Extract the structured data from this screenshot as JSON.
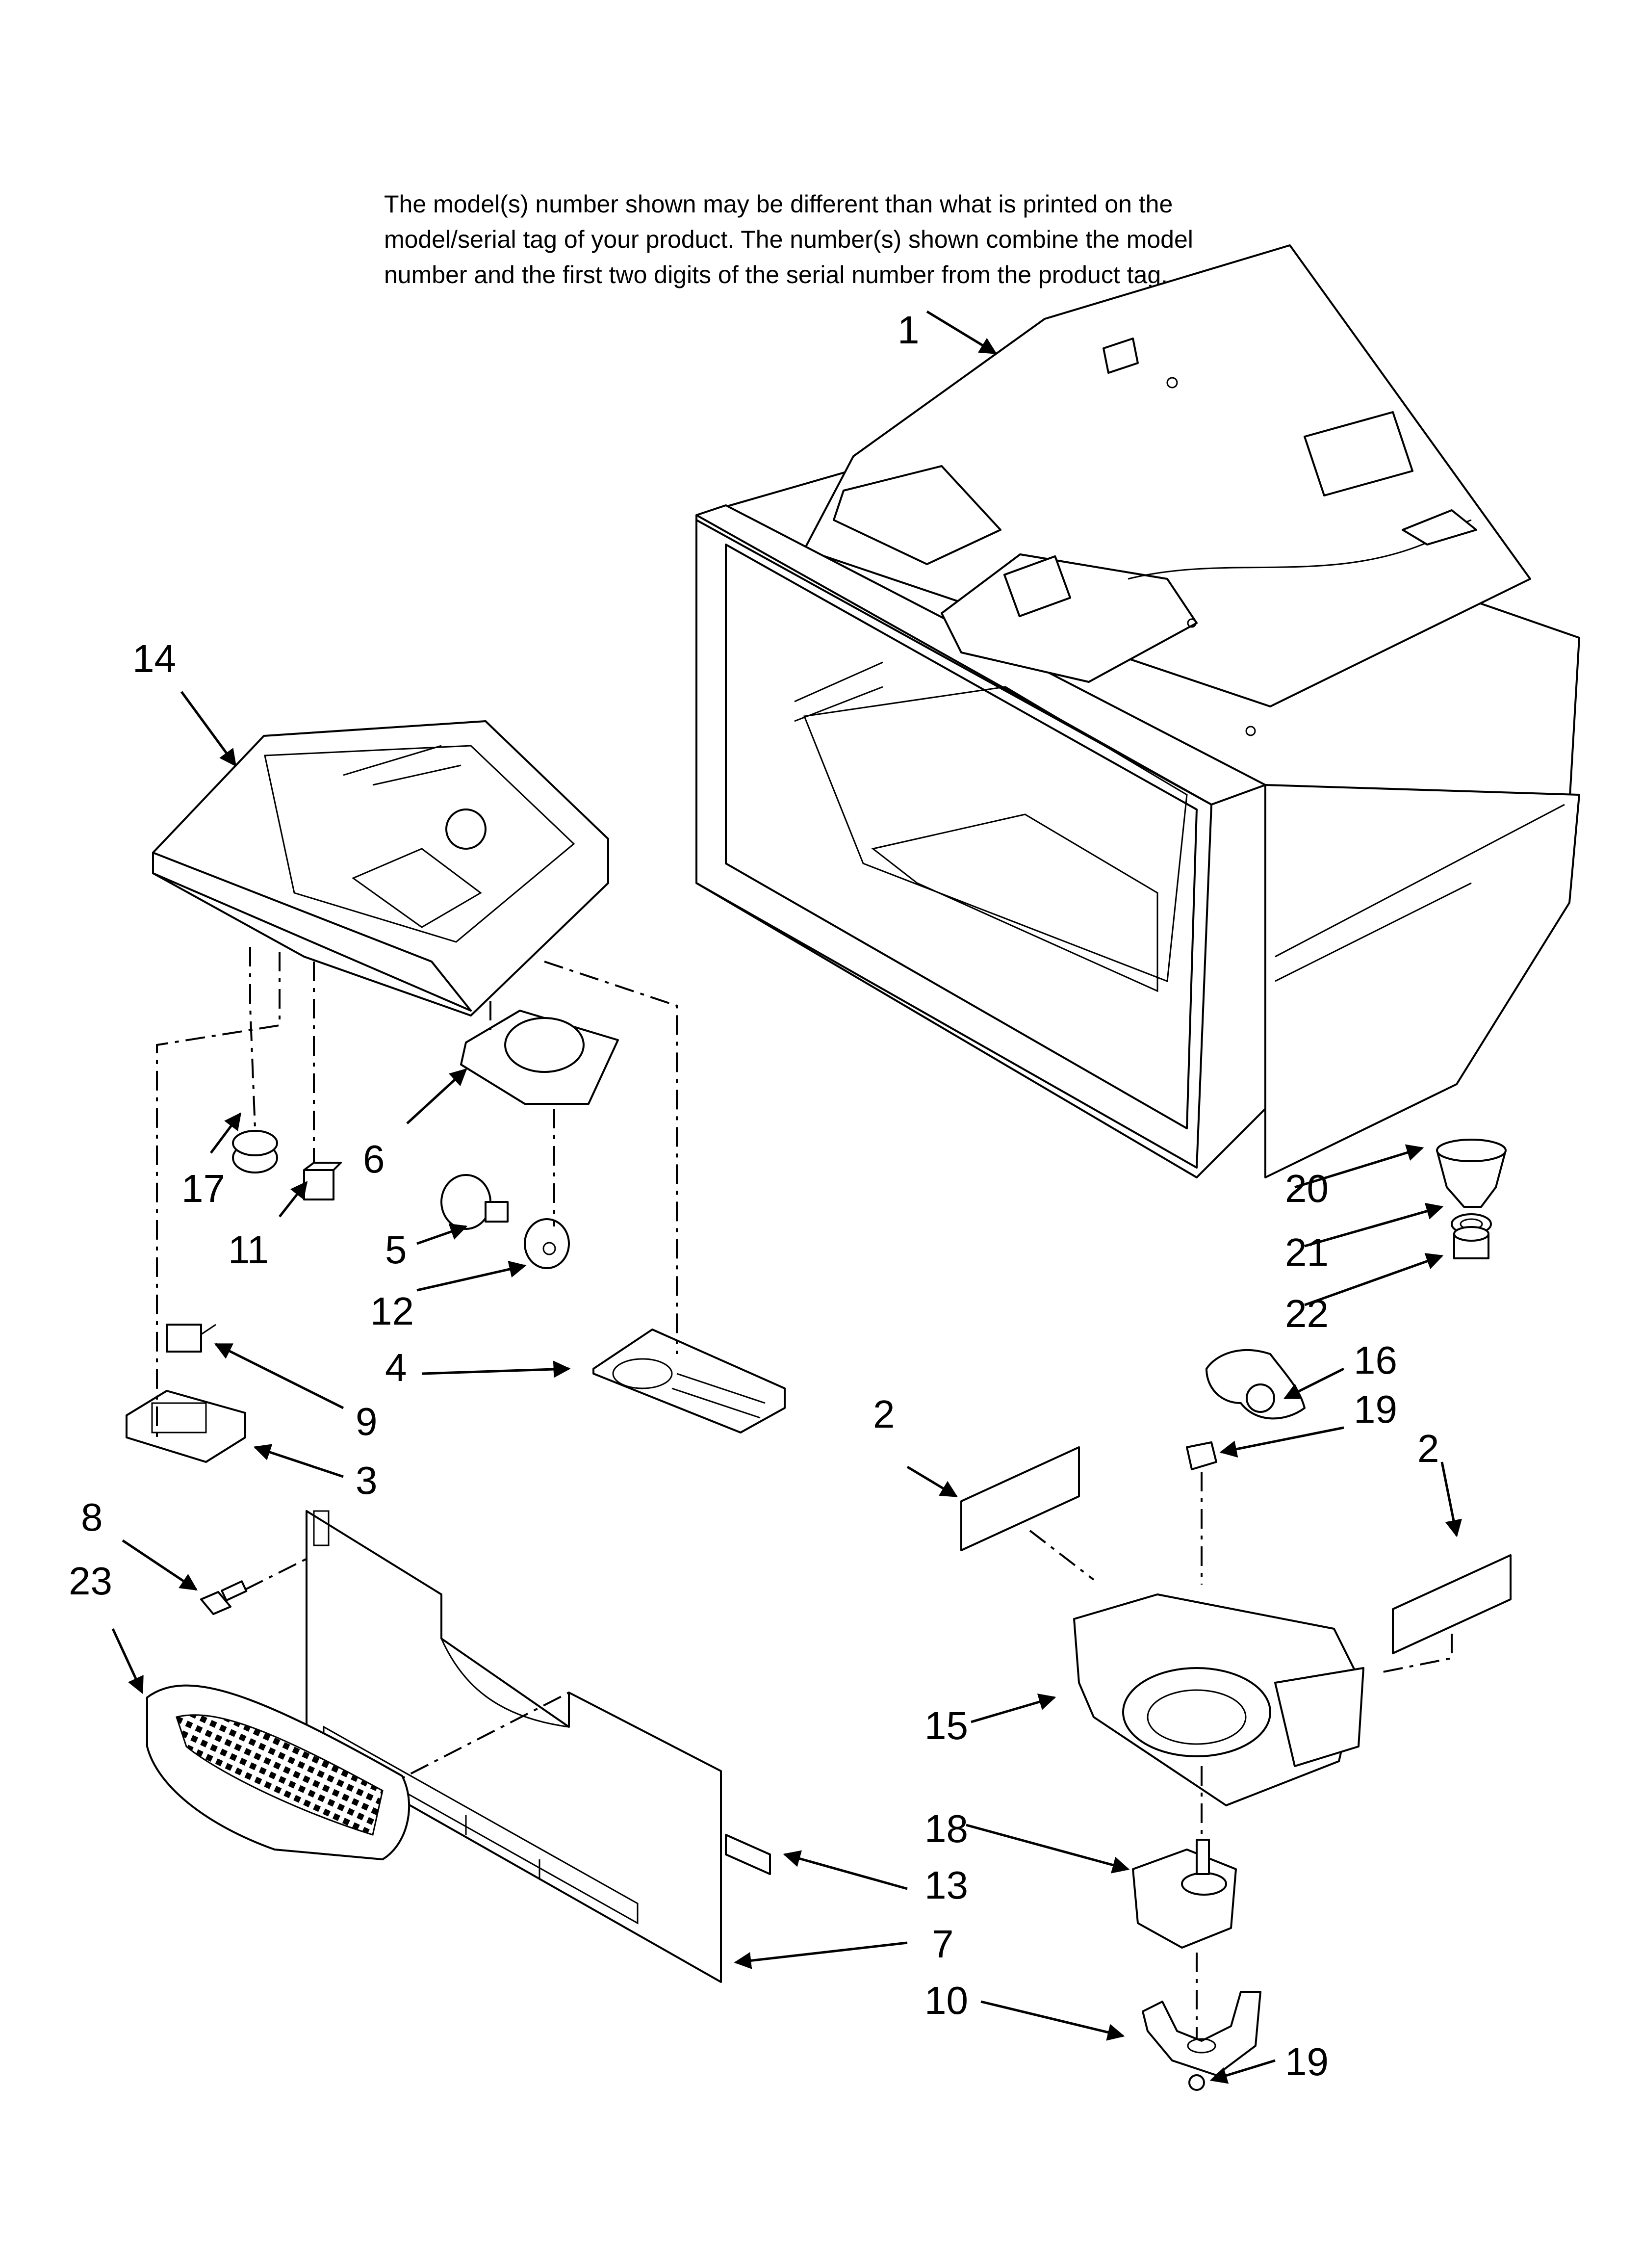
{
  "note": {
    "line1": "The model(s) number shown may be different than what is printed on the",
    "line2": "model/serial tag of your product. The number(s) shown combine the model",
    "line3": "number and the first two digits of the serial number from the product tag."
  },
  "callouts": {
    "c1": "1",
    "c2a": "2",
    "c2b": "2",
    "c3": "3",
    "c4": "4",
    "c5": "5",
    "c6": "6",
    "c7": "7",
    "c8": "8",
    "c9": "9",
    "c10": "10",
    "c11": "11",
    "c12": "12",
    "c13": "13",
    "c14": "14",
    "c15": "15",
    "c16": "16",
    "c17": "17",
    "c18": "18",
    "c19a": "19",
    "c19b": "19",
    "c20": "20",
    "c21": "21",
    "c22": "22",
    "c23": "23"
  }
}
